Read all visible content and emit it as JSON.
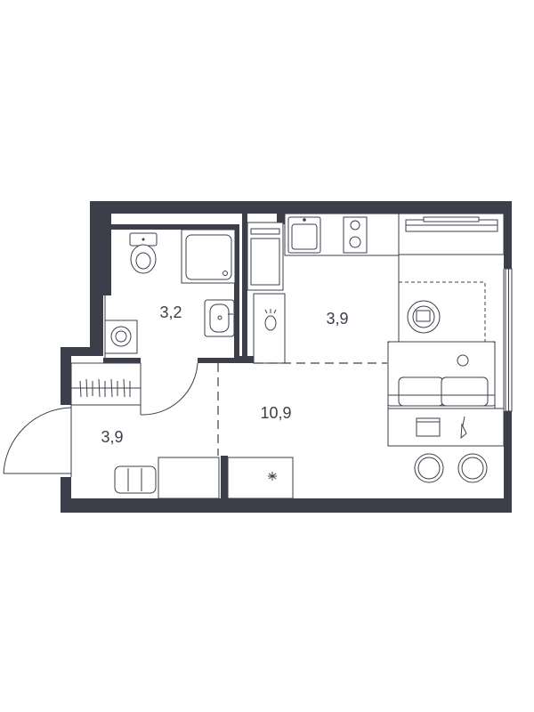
{
  "floor_plan": {
    "wall_color": "#3c3f4a",
    "background": "#ffffff",
    "rooms": [
      {
        "id": "bathroom",
        "area": "3,2"
      },
      {
        "id": "kitchen",
        "area": "3,9"
      },
      {
        "id": "living",
        "area": "10,9"
      },
      {
        "id": "hallway",
        "area": "3,9"
      }
    ],
    "icons": [
      "toilet-icon",
      "shower-tray-icon",
      "sink-icon",
      "washing-machine-icon",
      "stove-icon",
      "kitchen-sink-icon",
      "fridge-icon",
      "oven-icon",
      "sofa-icon",
      "rug-icon",
      "desk-icon",
      "stool-icon",
      "tv-icon",
      "wardrobe-icon",
      "shoe-bench-icon",
      "entrance-door-icon",
      "bathroom-door-icon",
      "window-icon"
    ]
  }
}
